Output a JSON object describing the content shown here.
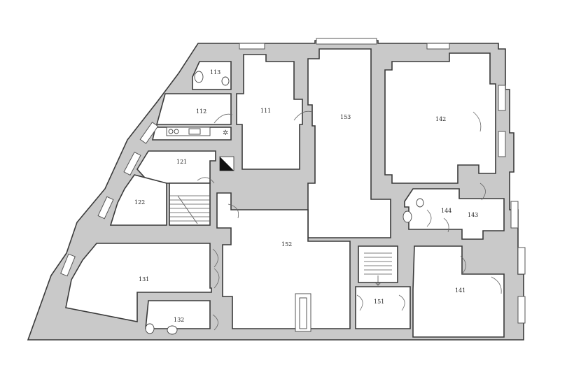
{
  "plan": {
    "rooms": [
      {
        "id": "r111",
        "label": "111"
      },
      {
        "id": "r112",
        "label": "112"
      },
      {
        "id": "r113",
        "label": "113"
      },
      {
        "id": "r121",
        "label": "121"
      },
      {
        "id": "r122",
        "label": "122"
      },
      {
        "id": "r131",
        "label": "131"
      },
      {
        "id": "r132",
        "label": "132"
      },
      {
        "id": "r141",
        "label": "141"
      },
      {
        "id": "r142",
        "label": "142"
      },
      {
        "id": "r143",
        "label": "143"
      },
      {
        "id": "r144",
        "label": "144"
      },
      {
        "id": "r151",
        "label": "151"
      },
      {
        "id": "r152",
        "label": "152"
      },
      {
        "id": "r153",
        "label": "153"
      }
    ]
  }
}
